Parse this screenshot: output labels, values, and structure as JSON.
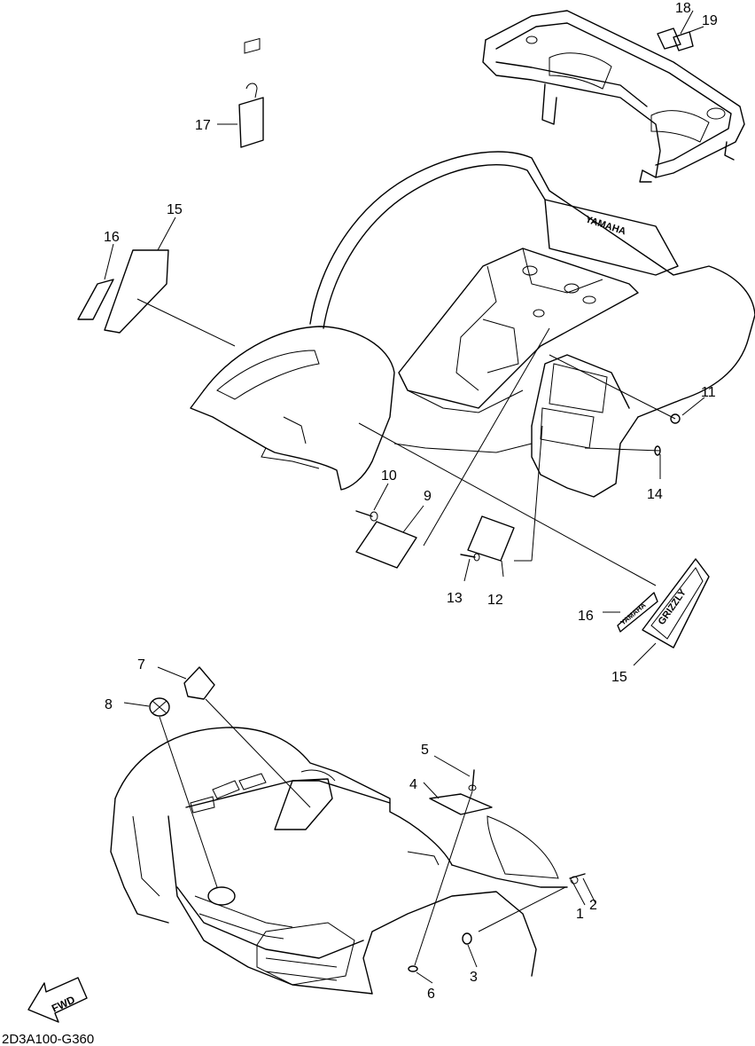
{
  "diagram_code": "2D3A100-G360",
  "fwd_label": "FWD",
  "decal_text": {
    "grizzly": "GRIZZLY",
    "yamaha": "YAMAHA",
    "rear_tag": "YAMAHA"
  },
  "callouts": {
    "c1": "1",
    "c2": "2",
    "c3": "3",
    "c4": "4",
    "c5": "5",
    "c6": "6",
    "c7": "7",
    "c8": "8",
    "c9": "9",
    "c10": "10",
    "c11": "11",
    "c12": "12",
    "c13": "13",
    "c14": "14",
    "c15a": "15",
    "c16a": "16",
    "c15b": "15",
    "c16b": "16",
    "c17": "17",
    "c18": "18",
    "c19": "19"
  },
  "colors": {
    "line": "#000000",
    "background": "#ffffff"
  }
}
